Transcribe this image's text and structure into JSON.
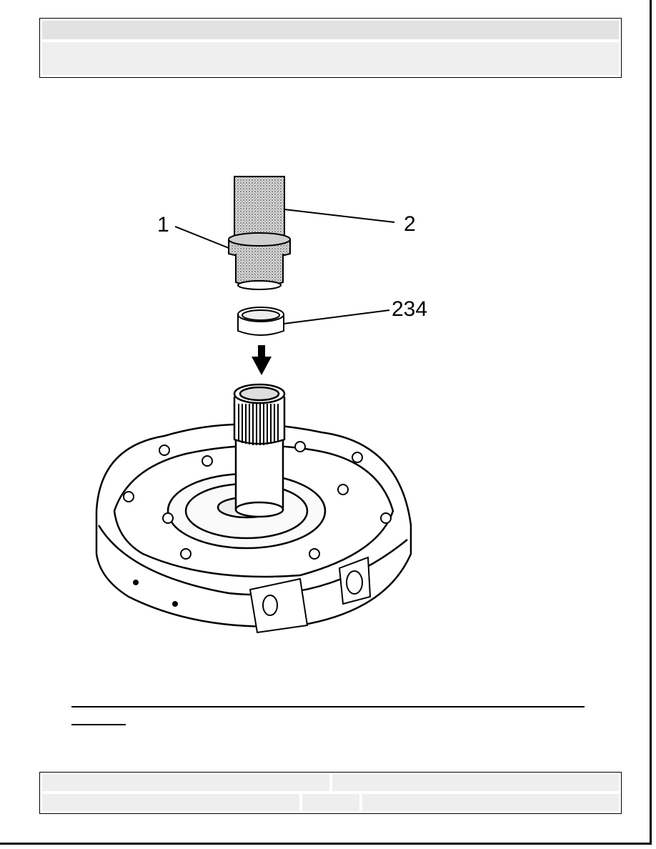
{
  "figure": {
    "callouts": {
      "c1": "1",
      "c2": "2",
      "c3": "234"
    }
  }
}
